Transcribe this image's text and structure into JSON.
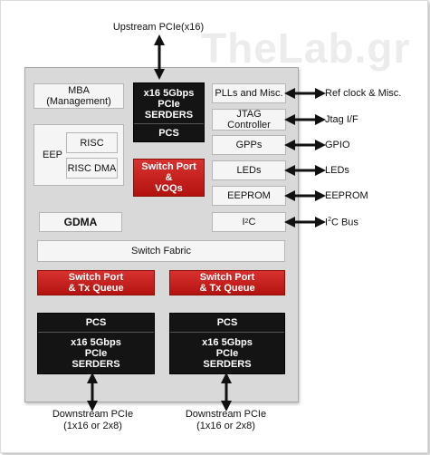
{
  "watermark": "TheLab.gr",
  "top_label": "Upstream PCIe(x16)",
  "blocks": {
    "mba": "MBA\n(Management)",
    "serdes_up": "x16 5Gbps\nPCIe\nSERDERS",
    "pcs_up": "PCS",
    "plls": "PLLs and Misc.",
    "eep": "EEP",
    "risc": "RISC",
    "risc_dma": "RISC DMA",
    "switch_port_voq": "Switch Port\n&\nVOQs",
    "jtag": "JTAG\nController",
    "gpps": "GPPs",
    "leds": "LEDs",
    "eeprom": "EEPROM",
    "gdma": "GDMA",
    "i2c_prefix": "I",
    "i2c_sup": "2",
    "i2c_suffix": "C",
    "switch_fabric": "Switch Fabric",
    "switch_port_tx_left": "Switch Port\n& Tx Queue",
    "switch_port_tx_right": "Switch Port\n& Tx Queue",
    "pcs_left": "PCS",
    "serdes_left": "x16 5Gbps\nPCIe\nSERDERS",
    "pcs_right": "PCS",
    "serdes_right": "x16 5Gbps\nPCIe\nSERDERS"
  },
  "side_labels": {
    "refclk": "Ref clock & Misc.",
    "jtag_if": "Jtag I/F",
    "gpio": "GPIO",
    "leds": "LEDs",
    "eeprom": "EEPROM",
    "i2c_bus_prefix": "I",
    "i2c_bus_sup": "2",
    "i2c_bus_suffix": "C Bus"
  },
  "bottom_labels": {
    "left": "Downstream PCIe\n(1x16 or 2x8)",
    "right": "Downstream PCIe\n(1x16 or 2x8)"
  },
  "colors": {
    "red": "#c8201c",
    "dark": "#141414",
    "chip_bg": "#d9d9d9"
  }
}
